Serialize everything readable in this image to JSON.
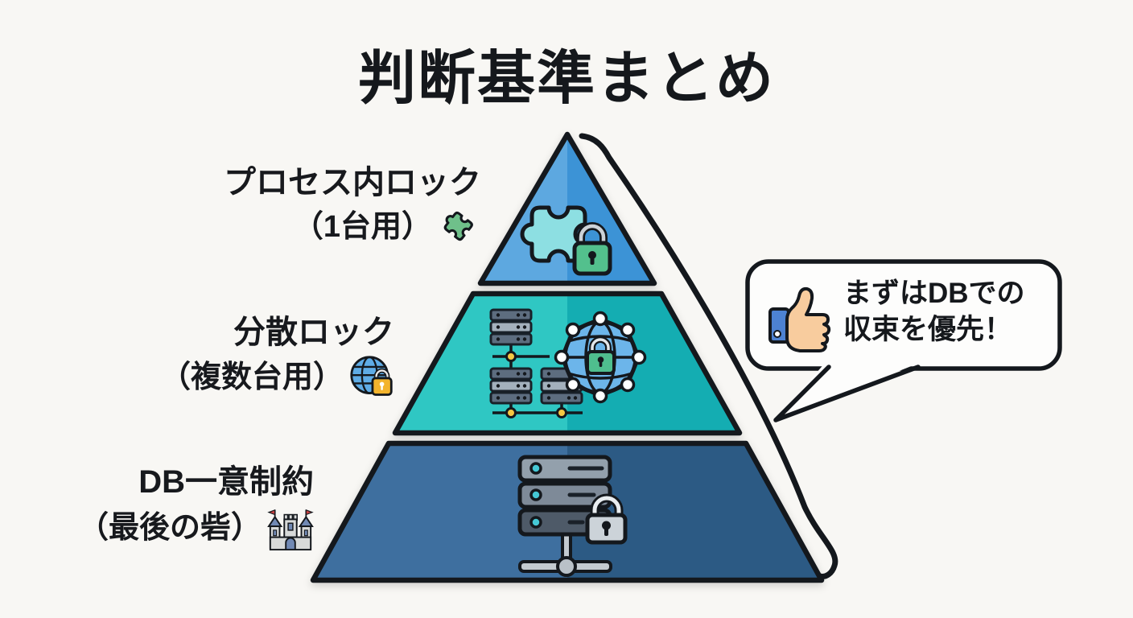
{
  "title": "判断基準まとめ",
  "pyramid": {
    "tiers": [
      {
        "name": "in-process-lock",
        "label_line1": "プロセス内ロック",
        "label_line2": "（1台用）",
        "icon": "puzzle-icon",
        "color_left": "#5da8e0",
        "color_right": "#3c93d6"
      },
      {
        "name": "distributed-lock",
        "label_line1": "分散ロック",
        "label_line2": "（複数台用）",
        "icon": "globe-lock-icon",
        "color_left": "#2fc7c3",
        "color_right": "#14adb2"
      },
      {
        "name": "db-unique-constraint",
        "label_line1": "DB一意制約",
        "label_line2": "（最後の砦）",
        "icon": "castle-icon",
        "color_left": "#3e6f9f",
        "color_right": "#2c5a84"
      }
    ]
  },
  "speech_bubble": {
    "icon": "thumbs-up-icon",
    "line1": "まずはDBでの",
    "line2": "収束を優先！"
  }
}
